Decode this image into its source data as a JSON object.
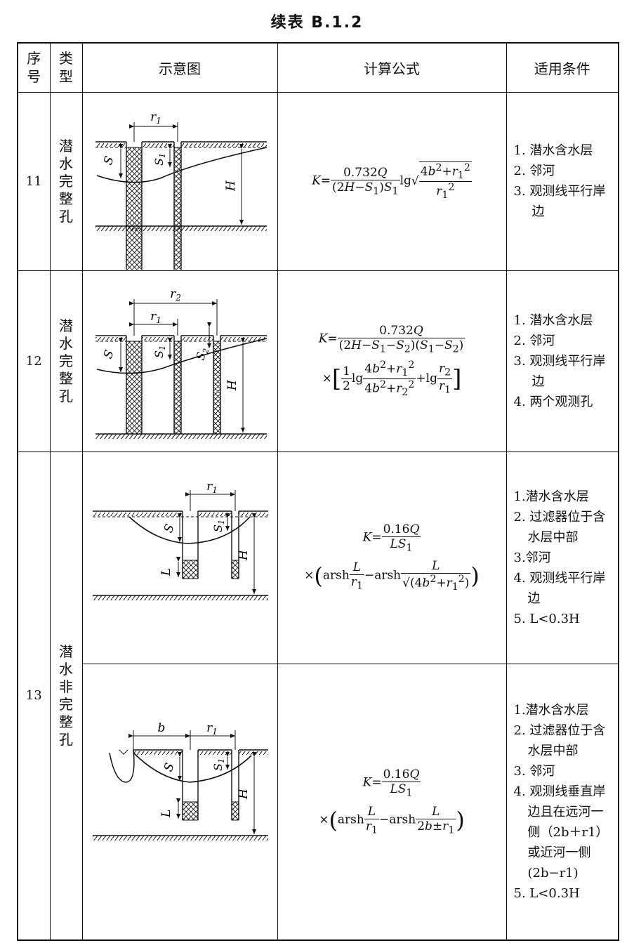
{
  "title": "续表 B.1.2",
  "headers": {
    "no": "序号",
    "type": "类型",
    "diagram": "示意图",
    "formula": "计算公式",
    "conditions": "适用条件"
  },
  "rows": [
    {
      "no": "11",
      "type": "潜水完整孔",
      "formula_text": "K = 0.732Q / ((2H−S1)S1) lg √((4b²+r1²)/r1²)",
      "diagram_labels": [
        "r1",
        "S",
        "S1",
        "H"
      ],
      "conditions": [
        "1. 潜水含水层",
        "2. 邻河",
        "3. 观测线平行岸边"
      ]
    },
    {
      "no": "12",
      "type": "潜水完整孔",
      "formula_text": "K = 0.732Q / ((2H−S1−S2)(S1−S2)) × [ 1/2 lg (4b²+r1²)/(4b²+r2²) + lg r2/r1 ]",
      "diagram_labels": [
        "r2",
        "r1",
        "S",
        "S1",
        "S2",
        "H"
      ],
      "conditions": [
        "1. 潜水含水层",
        "2. 邻河",
        "3. 观测线平行岸边",
        "4. 两个观测孔"
      ]
    },
    {
      "no": "13",
      "type": "潜水非完整孔",
      "subrows": [
        {
          "formula_text": "K = 0.16Q / (LS1) × ( arsh L/r1 − arsh L/√(4b²+r1²) )",
          "diagram_labels": [
            "r1",
            "S",
            "S1",
            "L",
            "H"
          ],
          "conditions": [
            "1.潜水含水层",
            "2. 过滤器位于含水层中部",
            "3.邻河",
            "4. 观测线平行岸边",
            "5. L<0.3H"
          ]
        },
        {
          "formula_text": "K = 0.16Q / (LS1) × ( arsh L/r1 − arsh L/(2b±r1) )",
          "diagram_labels": [
            "b",
            "r1",
            "S",
            "S1",
            "L",
            "H"
          ],
          "conditions": [
            "1.潜水含水层",
            "2. 过滤器位于含水层中部",
            "3. 邻河",
            "4. 观测线垂直岸边且在远河一侧（2b＋r1）或近河一侧(2b−r1)",
            "5. L<0.3H"
          ]
        }
      ]
    }
  ]
}
